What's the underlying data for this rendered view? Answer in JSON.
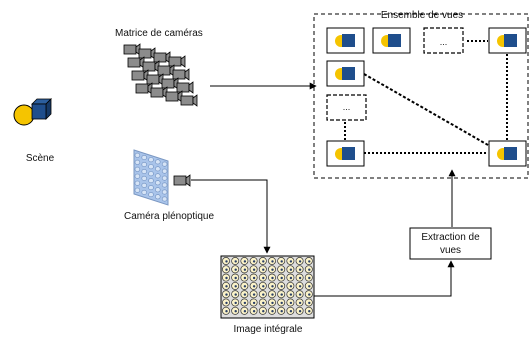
{
  "labels": {
    "camera_array": "Matrice de caméras",
    "views_set": "Ensemble de vues",
    "scene": "Scène",
    "plenoptic_camera": "Caméra plénoptique",
    "integral_image": "Image intégrale",
    "extraction_line1": "Extraction de",
    "extraction_line2": "vues",
    "ellipsis": "..."
  },
  "colors": {
    "yellow": "#f5c400",
    "blue": "#1f4e8c",
    "camera_gray": "#8c8c8c",
    "lens_panel": "#a9c4ea"
  },
  "icons": {
    "scene": "sphere-and-cube-icon",
    "camera": "video-camera-icon",
    "view": "view-thumbnail-icon",
    "lens_array": "microlens-array-icon"
  }
}
